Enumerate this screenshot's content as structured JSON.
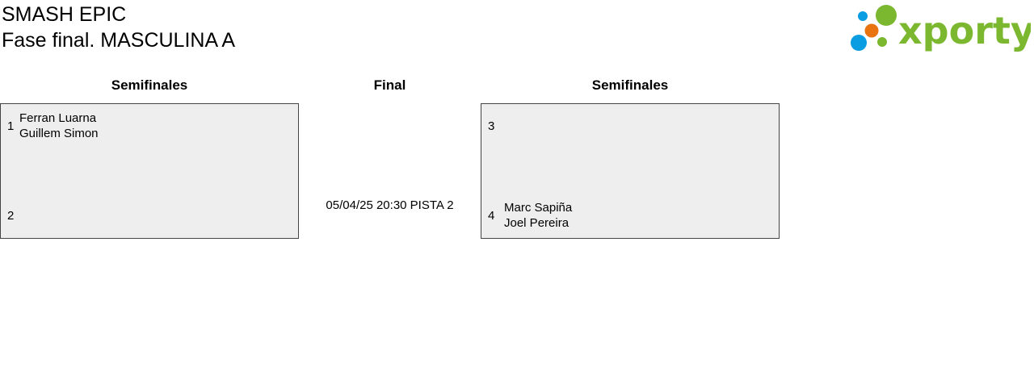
{
  "header": {
    "tournament": "SMASH EPIC",
    "phase": "Fase final. MASCULINA A"
  },
  "logo": {
    "text": "xporty",
    "colors": {
      "green": "#7cb82f",
      "blue": "#0b9de2",
      "orange": "#e8730f"
    }
  },
  "bracket": {
    "left_header": "Semifinales",
    "center_header": "Final",
    "right_header": "Semifinales",
    "left_match": {
      "top": {
        "seed": "1",
        "players": [
          "Ferran Luarna",
          "Guillem Simon"
        ]
      },
      "bottom": {
        "seed": "2",
        "players": []
      }
    },
    "final": {
      "info": "05/04/25 20:30 PISTA 2"
    },
    "right_match": {
      "top": {
        "seed": "3",
        "players": []
      },
      "bottom": {
        "seed": "4",
        "players": [
          "Marc Sapiña",
          "Joel Pereira"
        ]
      }
    }
  }
}
